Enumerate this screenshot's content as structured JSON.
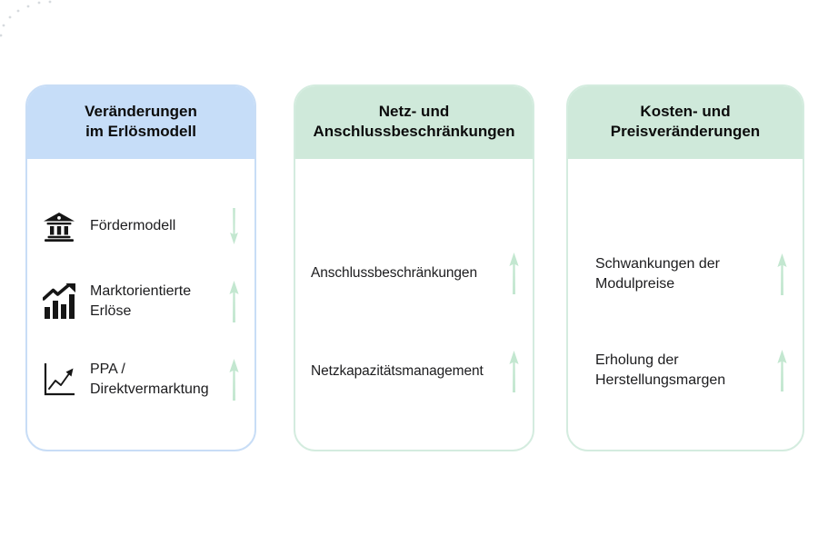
{
  "page": {
    "background": "#ffffff",
    "decor": {
      "name": "faint-dotted-arc",
      "color": "#d6dade"
    }
  },
  "colors": {
    "blue_header": "#c6ddf8",
    "blue_border": "#c8ddf6",
    "green_header": "#cfe9da",
    "green_border": "#d4ecdf",
    "trend_arrow": "#c3e7d0",
    "icon_black": "#161616",
    "text": "#1c1c1e"
  },
  "cards": [
    {
      "title_line1": "Veränderungen",
      "title_line2": "im Erlösmodell",
      "accent": "blue",
      "items": [
        {
          "icon": "bank-icon",
          "label": "Fördermodell",
          "trend": "down"
        },
        {
          "icon": "bar-chart-icon",
          "label": "Marktorientierte Erlöse",
          "trend": "up"
        },
        {
          "icon": "line-chart-icon",
          "label": "PPA / Direktvermarktung",
          "trend": "up"
        }
      ]
    },
    {
      "title_line1": "Netz- und",
      "title_line2": "Anschlussbeschränkungen",
      "accent": "green",
      "items": [
        {
          "label": "Anschlussbeschränkungen",
          "trend": "up"
        },
        {
          "label": "Netzkapazitätsmanagement",
          "trend": "up"
        }
      ]
    },
    {
      "title_line1": "Kosten- und",
      "title_line2": "Preisveränderungen",
      "accent": "green",
      "items": [
        {
          "label": "Schwankungen der Modulpreise",
          "trend": "up"
        },
        {
          "label": "Erholung der Herstellungsmargen",
          "trend": "up"
        }
      ]
    }
  ]
}
